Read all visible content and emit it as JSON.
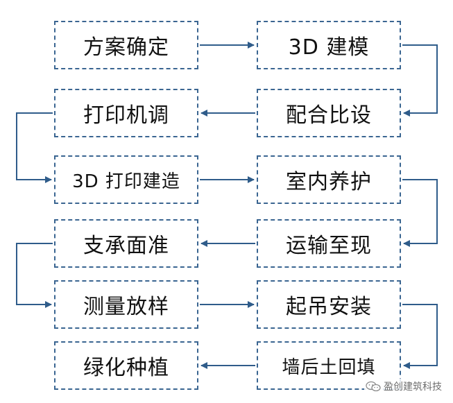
{
  "steps": [
    "方案确定",
    "3D 建模",
    "打印机调",
    "配合比设",
    "3D 打印建造",
    "室内养护",
    "支承面准",
    "运输至现",
    "测量放样",
    "起吊安装",
    "绿化种植",
    "墙后土回填"
  ],
  "watermark": {
    "text": "盈创建筑科技",
    "icon": "wechat-icon"
  },
  "colors": {
    "border": "#3a6591",
    "arrow": "#2f5c8a",
    "text": "#111111"
  }
}
